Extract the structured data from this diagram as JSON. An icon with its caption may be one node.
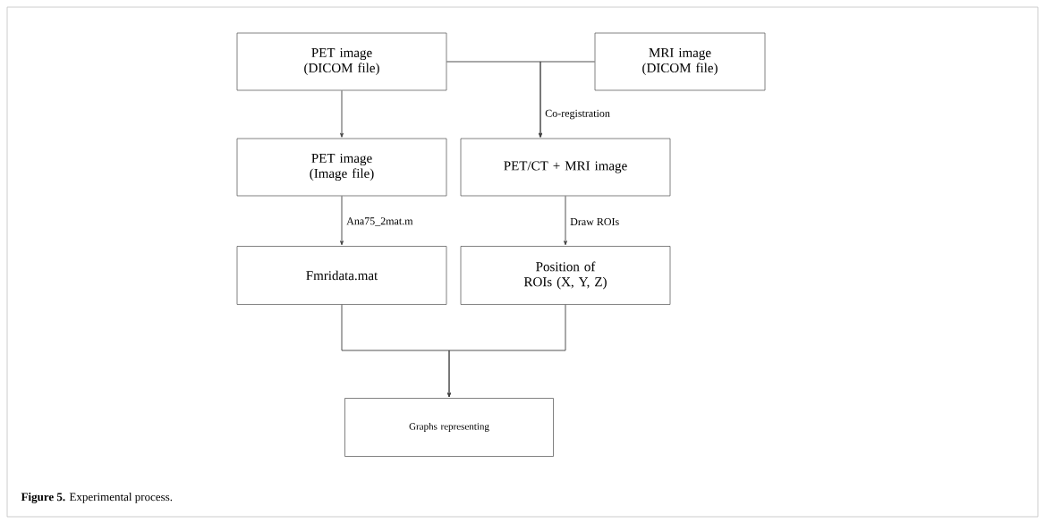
{
  "diagram": {
    "caption": "**Figure 5.** Experimental process.",
    "nodes": [
      {
        "text": [
          "PET image (DICOM file)"
        ]
      },
      {
        "text": [
          "MRI image (DICOM file)"
        ]
      },
      {
        "text": [
          "PET image (Image file)"
        ]
      },
      {
        "text": [
          "PET/CT + MRI image"
        ]
      },
      {
        "text": [
          "Fmridata.mat"
        ]
      },
      {
        "text": [
          "Position of ROIs (X, Y, Z)"
        ]
      },
      {
        "text": [
          "Graphs representing"
        ]
      }
    ],
    "edges": [
      {
        "from": 0,
        "to": 2,
        "arrow": "to"
      },
      {
        "from": 0,
        "to": 3,
        "arrow": "to",
        "label": "Co-registration"
      },
      {
        "from": 1,
        "to": 3,
        "arrow": "to"
      },
      {
        "from": 2,
        "to": 4,
        "arrow": "to",
        "label": "Ana75_2mat.m"
      },
      {
        "from": 3,
        "to": 5,
        "arrow": "to",
        "label": "Draw ROIs"
      },
      {
        "from": 4,
        "to": 6,
        "arrow": "to"
      },
      {
        "from": 5,
        "to": 6,
        "arrow": "to"
      }
    ]
  }
}
